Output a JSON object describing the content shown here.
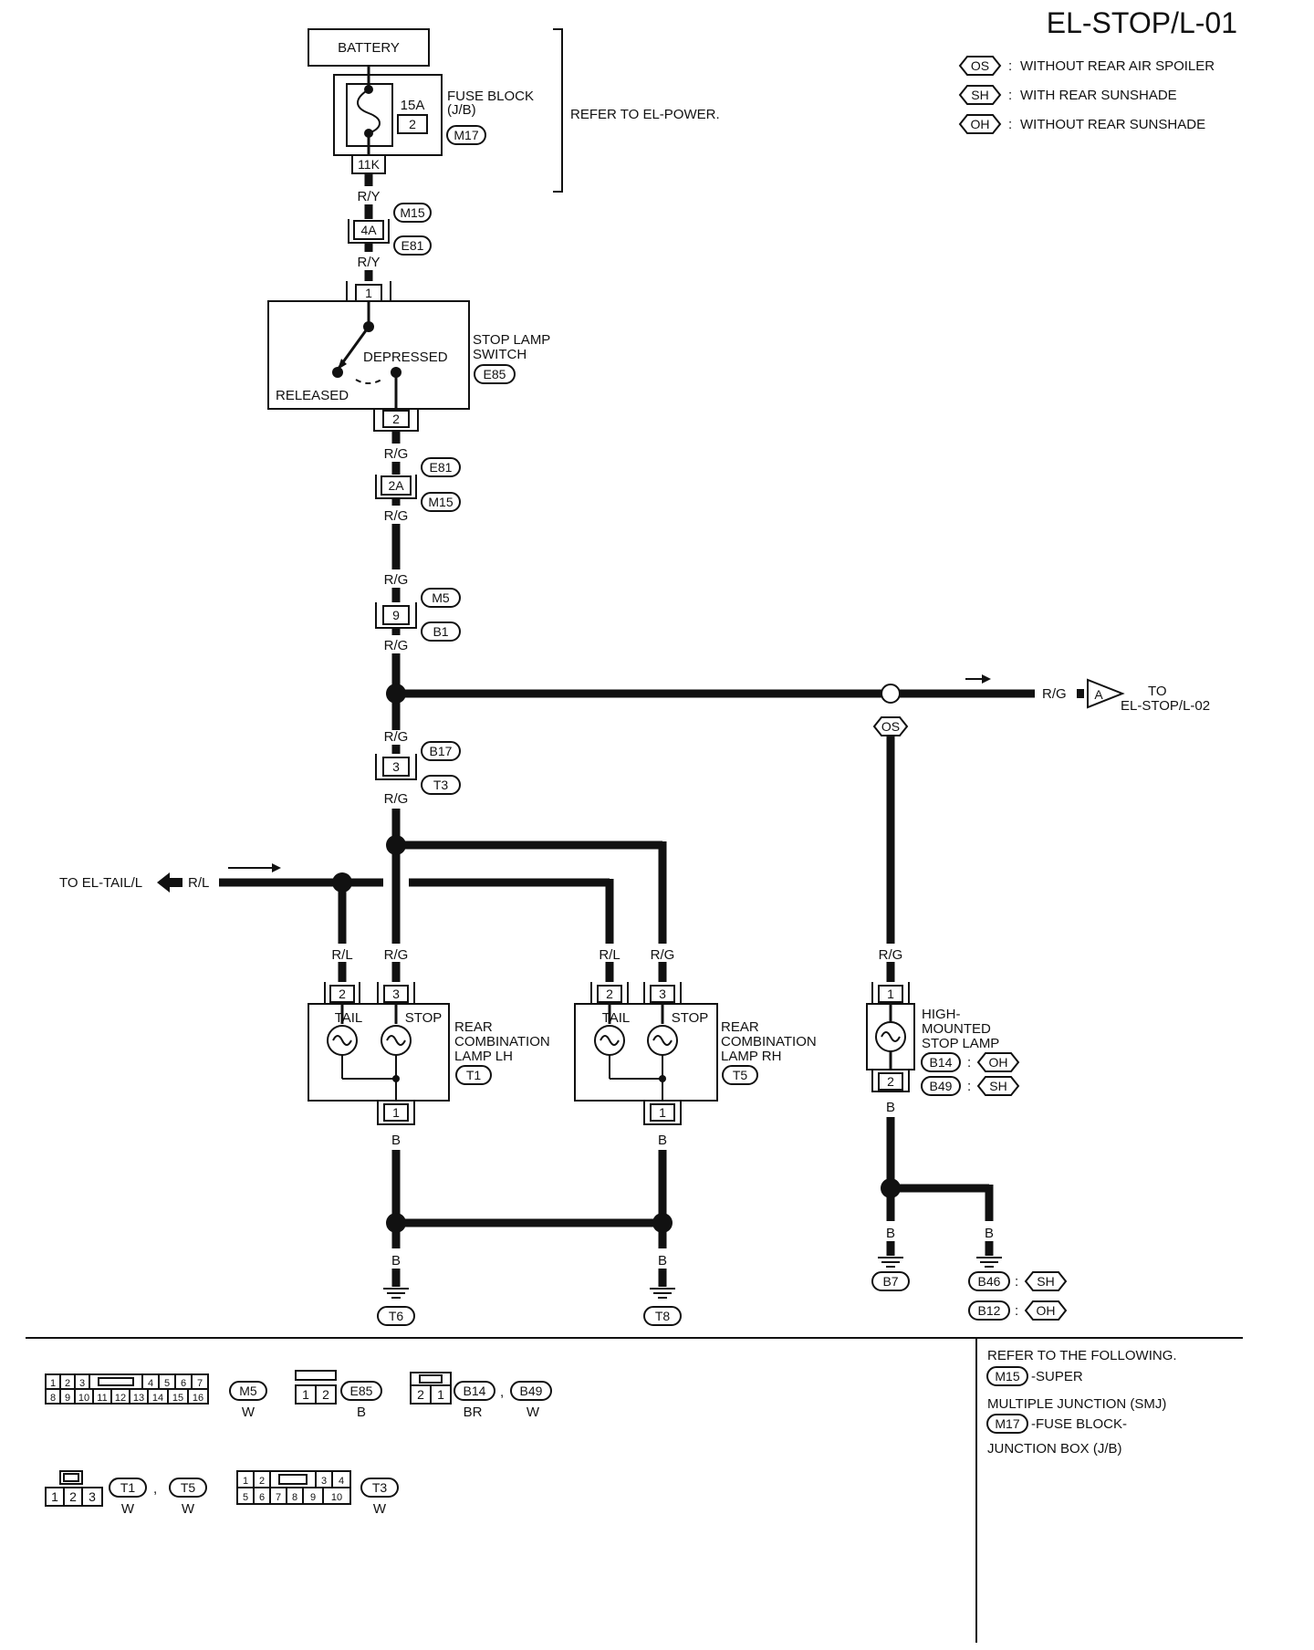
{
  "page": {
    "title": "EL-STOP/L-01"
  },
  "legend": [
    {
      "code": "OS",
      "text": "WITHOUT REAR AIR SPOILER"
    },
    {
      "code": "SH",
      "text": "WITH REAR SUNSHADE"
    },
    {
      "code": "OH",
      "text": "WITHOUT REAR SUNSHADE"
    }
  ],
  "battery": {
    "label": "BATTERY"
  },
  "fuse": {
    "amps": "15A",
    "num": "2",
    "label1": "FUSE BLOCK",
    "label2": "(J/B)",
    "conn": "M17",
    "term": "11K"
  },
  "refer_power": "REFER TO EL-POWER.",
  "wires": {
    "ry": "R/Y",
    "rg": "R/G",
    "rl": "R/L",
    "b": "B"
  },
  "joint1": {
    "pin": "4A",
    "top": "M15",
    "bottom": "E81"
  },
  "stop_switch": {
    "label1": "STOP LAMP",
    "label2": "SWITCH",
    "conn": "E85",
    "depressed": "DEPRESSED",
    "released": "RELEASED",
    "pin_in": "1",
    "pin_out": "2"
  },
  "joint2": {
    "pin": "2A",
    "top": "E81",
    "bottom": "M15"
  },
  "joint3": {
    "pin": "9",
    "top": "M5",
    "bottom": "B1"
  },
  "joint4": {
    "pin": "3",
    "top": "B17",
    "bottom": "T3"
  },
  "to_stop02": {
    "letter": "A",
    "to": "TO",
    "page": "EL-STOP/L-02"
  },
  "os_tag": "OS",
  "to_tail": {
    "text": "TO EL-TAIL/L"
  },
  "lamp_lh": {
    "label1": "REAR",
    "label2": "COMBINATION",
    "label3": "LAMP LH",
    "conn": "T1",
    "tail": "TAIL",
    "stop": "STOP",
    "pin2": "2",
    "pin3": "3",
    "pin1": "1"
  },
  "lamp_rh": {
    "label1": "REAR",
    "label2": "COMBINATION",
    "label3": "LAMP RH",
    "conn": "T5",
    "tail": "TAIL",
    "stop": "STOP",
    "pin2": "2",
    "pin3": "3",
    "pin1": "1"
  },
  "hmsl": {
    "label1": "HIGH-",
    "label2": "MOUNTED",
    "label3": "STOP LAMP",
    "c1": "B14",
    "c1tag": "OH",
    "c2": "B49",
    "c2tag": "SH",
    "pin1": "1",
    "pin2": "2",
    "sep": ":"
  },
  "grounds": {
    "t6": "T6",
    "t8": "T8",
    "b7": "B7",
    "b46": "B46",
    "b46tag": "SH",
    "b12": "B12",
    "b12tag": "OH",
    "sep": ":"
  },
  "connectors": {
    "m5": {
      "row1": [
        "1",
        "2",
        "3",
        "",
        "4",
        "5",
        "6",
        "7"
      ],
      "row2": [
        "8",
        "9",
        "10",
        "11",
        "12",
        "13",
        "14",
        "15",
        "16"
      ],
      "name": "M5",
      "color": "W"
    },
    "e85": {
      "cells": [
        "1",
        "2"
      ],
      "name": "E85",
      "color": "B"
    },
    "b14": {
      "cells": [
        "2",
        "1"
      ],
      "name": "B14",
      "color": "BR",
      "sep": ",",
      "name2": "B49",
      "color2": "W"
    },
    "t1": {
      "cells": [
        "1",
        "2",
        "3"
      ],
      "name": "T1",
      "color": "W",
      "sep": ",",
      "name2": "T5",
      "color2": "W"
    },
    "t3": {
      "row1": [
        "1",
        "2",
        "",
        "3",
        "4"
      ],
      "row2": [
        "5",
        "6",
        "7",
        "8",
        "9",
        "10"
      ],
      "name": "T3",
      "color": "W"
    }
  },
  "refer_box": {
    "line1": "REFER TO THE FOLLOWING.",
    "c1": "M15",
    "c1text": "-SUPER",
    "line2": "MULTIPLE JUNCTION (SMJ)",
    "c2": "M17",
    "c2text": "-FUSE BLOCK-",
    "line3": "JUNCTION BOX (J/B)"
  }
}
